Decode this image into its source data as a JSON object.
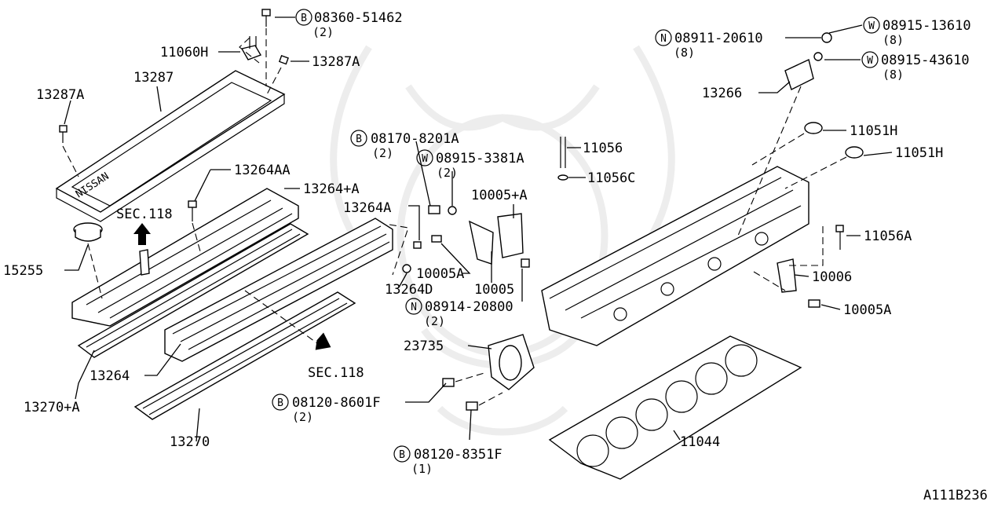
{
  "diagram_code": "A111B236",
  "callouts": [
    {
      "id": "c1",
      "prefix": "B",
      "text": "08360-51462",
      "qty": "(2)"
    },
    {
      "id": "c2",
      "prefix": "",
      "text": "11060H",
      "qty": ""
    },
    {
      "id": "c3",
      "prefix": "",
      "text": "13287A",
      "qty": ""
    },
    {
      "id": "c4",
      "prefix": "",
      "text": "13287",
      "qty": ""
    },
    {
      "id": "c5",
      "prefix": "",
      "text": "13287A",
      "qty": ""
    },
    {
      "id": "c6",
      "prefix": "",
      "text": "13264AA",
      "qty": ""
    },
    {
      "id": "c7",
      "prefix": "",
      "text": "13264+A",
      "qty": ""
    },
    {
      "id": "c8",
      "prefix": "",
      "text": "SEC.118",
      "qty": ""
    },
    {
      "id": "c9",
      "prefix": "",
      "text": "15255",
      "qty": ""
    },
    {
      "id": "c10",
      "prefix": "",
      "text": "13264A",
      "qty": ""
    },
    {
      "id": "c11",
      "prefix": "",
      "text": "10005A",
      "qty": ""
    },
    {
      "id": "c12",
      "prefix": "",
      "text": "13264D",
      "qty": ""
    },
    {
      "id": "c13",
      "prefix": "",
      "text": "10005",
      "qty": ""
    },
    {
      "id": "c14",
      "prefix": "N",
      "text": "08914-20800",
      "qty": "(2)"
    },
    {
      "id": "c15",
      "prefix": "B",
      "text": "08170-8201A",
      "qty": "(2)"
    },
    {
      "id": "c16",
      "prefix": "W",
      "text": "08915-3381A",
      "qty": "(2)"
    },
    {
      "id": "c17",
      "prefix": "",
      "text": "10005+A",
      "qty": ""
    },
    {
      "id": "c18",
      "prefix": "",
      "text": "11056",
      "qty": ""
    },
    {
      "id": "c19",
      "prefix": "",
      "text": "11056C",
      "qty": ""
    },
    {
      "id": "c20",
      "prefix": "N",
      "text": "08911-20610",
      "qty": "(8)"
    },
    {
      "id": "c21",
      "prefix": "W",
      "text": "08915-13610",
      "qty": "(8)"
    },
    {
      "id": "c22",
      "prefix": "W",
      "text": "08915-43610",
      "qty": "(8)"
    },
    {
      "id": "c23",
      "prefix": "",
      "text": "13266",
      "qty": ""
    },
    {
      "id": "c24",
      "prefix": "",
      "text": "11051H",
      "qty": ""
    },
    {
      "id": "c25",
      "prefix": "",
      "text": "11051H",
      "qty": ""
    },
    {
      "id": "c26",
      "prefix": "",
      "text": "11056A",
      "qty": ""
    },
    {
      "id": "c27",
      "prefix": "",
      "text": "10006",
      "qty": ""
    },
    {
      "id": "c28",
      "prefix": "",
      "text": "10005A",
      "qty": ""
    },
    {
      "id": "c29",
      "prefix": "",
      "text": "13270+A",
      "qty": ""
    },
    {
      "id": "c30",
      "prefix": "",
      "text": "13264",
      "qty": ""
    },
    {
      "id": "c31",
      "prefix": "",
      "text": "SEC.118",
      "qty": ""
    },
    {
      "id": "c32",
      "prefix": "",
      "text": "13270",
      "qty": ""
    },
    {
      "id": "c33",
      "prefix": "",
      "text": "23735",
      "qty": ""
    },
    {
      "id": "c34",
      "prefix": "B",
      "text": "08120-8601F",
      "qty": "(2)"
    },
    {
      "id": "c35",
      "prefix": "B",
      "text": "08120-8351F",
      "qty": "(1)"
    },
    {
      "id": "c36",
      "prefix": "",
      "text": "11044",
      "qty": ""
    }
  ]
}
